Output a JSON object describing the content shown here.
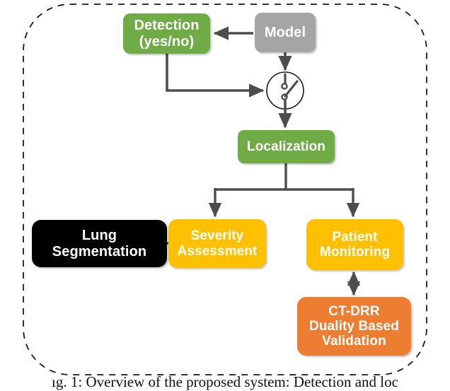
{
  "figure": {
    "caption": "ıg. 1: Overview of the proposed system: Detection and loc",
    "container": {
      "name": "dashed-rounded-boundary",
      "style": "dashed",
      "stroke": "#1a1a1a"
    }
  },
  "colors": {
    "green": "#6FAC46",
    "gray": "#A5A5A5",
    "amber": "#FFC000",
    "orange": "#ED7D31",
    "black": "#000000",
    "arrow": "#4D4D4D",
    "text_on_box": "#FFFFFF"
  },
  "nodes": {
    "detection": {
      "label": "Detection\n(yes/no)",
      "color": "#6FAC46"
    },
    "model": {
      "label": "Model",
      "color": "#A5A5A5"
    },
    "switch": {
      "label": "switch-symbol",
      "color": "#4D4D4D"
    },
    "localization": {
      "label": "Localization",
      "color": "#6FAC46"
    },
    "lung_segmentation": {
      "label": "Lung\nSegmentation",
      "color": "#000000"
    },
    "severity_assessment": {
      "label": "Severity\nAssessment",
      "color": "#FFC000"
    },
    "patient_monitoring": {
      "label": "Patient\nMonitoring",
      "color": "#FFC000"
    },
    "ct_drr": {
      "label": "CT-DRR\nDuality Based\nValidation",
      "color": "#ED7D31"
    }
  },
  "edges": [
    {
      "name": "model-to-detection",
      "from": "model",
      "to": "detection",
      "arrow": "single"
    },
    {
      "name": "model-to-switch",
      "from": "model",
      "to": "switch",
      "arrow": "single"
    },
    {
      "name": "detection-to-switch",
      "from": "detection",
      "to": "switch",
      "arrow": "single"
    },
    {
      "name": "switch-to-localization",
      "from": "switch",
      "to": "localization",
      "arrow": "single"
    },
    {
      "name": "localization-to-severity",
      "from": "localization",
      "to": "severity_assessment",
      "arrow": "single"
    },
    {
      "name": "localization-to-patient",
      "from": "localization",
      "to": "patient_monitoring",
      "arrow": "single"
    },
    {
      "name": "lung-to-severity",
      "from": "lung_segmentation",
      "to": "severity_assessment",
      "arrow": "single"
    },
    {
      "name": "patient-ctdrr",
      "from": "patient_monitoring",
      "to": "ct_drr",
      "arrow": "double"
    }
  ]
}
